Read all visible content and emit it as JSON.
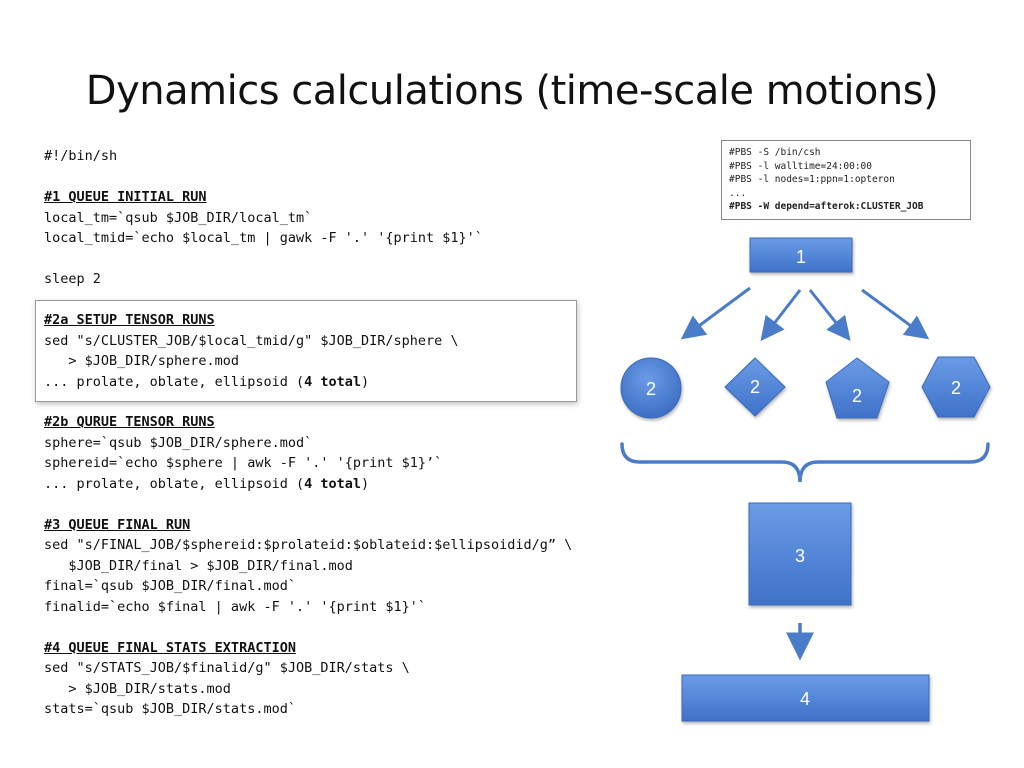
{
  "title": "Dynamics calculations (time-scale motions)",
  "script": {
    "shebang": "#!/bin/sh",
    "sec1_heading": "#1 QUEUE INITIAL RUN",
    "sec1_line1": "local_tm=`qsub $JOB_DIR/local_tm`",
    "sec1_line2": "local_tmid=`echo $local_tm | gawk -F '.' '{print $1}'`",
    "sleep": "sleep 2",
    "sec2a_heading": "#2a SETUP TENSOR RUNS",
    "sec2a_line1": "sed \"s/CLUSTER_JOB/$local_tmid/g\" $JOB_DIR/sphere \\",
    "sec2a_line2": "   > $JOB_DIR/sphere.mod",
    "sec2a_line3_pre": "... prolate, oblate, ellipsoid (",
    "sec2a_line3_bold": "4 total",
    "sec2a_line3_post": ")",
    "sec2b_heading": "#2b QURUE TENSOR RUNS",
    "sec2b_line1": "sphere=`qsub $JOB_DIR/sphere.mod`",
    "sec2b_line2": "sphereid=`echo $sphere | awk -F '.' '{print $1}’`",
    "sec2b_line3_pre": "... prolate, oblate, ellipsoid (",
    "sec2b_line3_bold": "4 total",
    "sec2b_line3_post": ")",
    "sec3_heading": "#3 QUEUE FINAL RUN",
    "sec3_line1": "sed \"s/FINAL_JOB/$sphereid:$prolateid:$oblateid:$ellipsoidid/g” \\",
    "sec3_line2": "   $JOB_DIR/final > $JOB_DIR/final.mod",
    "sec3_line3": "final=`qsub $JOB_DIR/final.mod`",
    "sec3_line4": "finalid=`echo $final | awk -F '.' '{print $1}'`",
    "sec4_heading": "#4 QUEUE FINAL STATS EXTRACTION",
    "sec4_line1": "sed \"s/STATS_JOB/$finalid/g\" $JOB_DIR/stats \\",
    "sec4_line2": "   > $JOB_DIR/stats.mod",
    "sec4_line3": "stats=`qsub $JOB_DIR/stats.mod`"
  },
  "pbs": {
    "line1": "#PBS -S /bin/csh",
    "line2": "#PBS -l walltime=24:00:00",
    "line3": "#PBS -l nodes=1:ppn=1:opteron",
    "line4": "...",
    "line5": "#PBS -W depend=afterok:CLUSTER_JOB"
  },
  "flow": {
    "node1": "1",
    "node2a": "2",
    "node2b": "2",
    "node2c": "2",
    "node2d": "2",
    "node3": "3",
    "node4": "4",
    "node_color": "#4f81d5",
    "node_border": "#3a6bb8",
    "arrow_color": "#4a7cc9"
  }
}
